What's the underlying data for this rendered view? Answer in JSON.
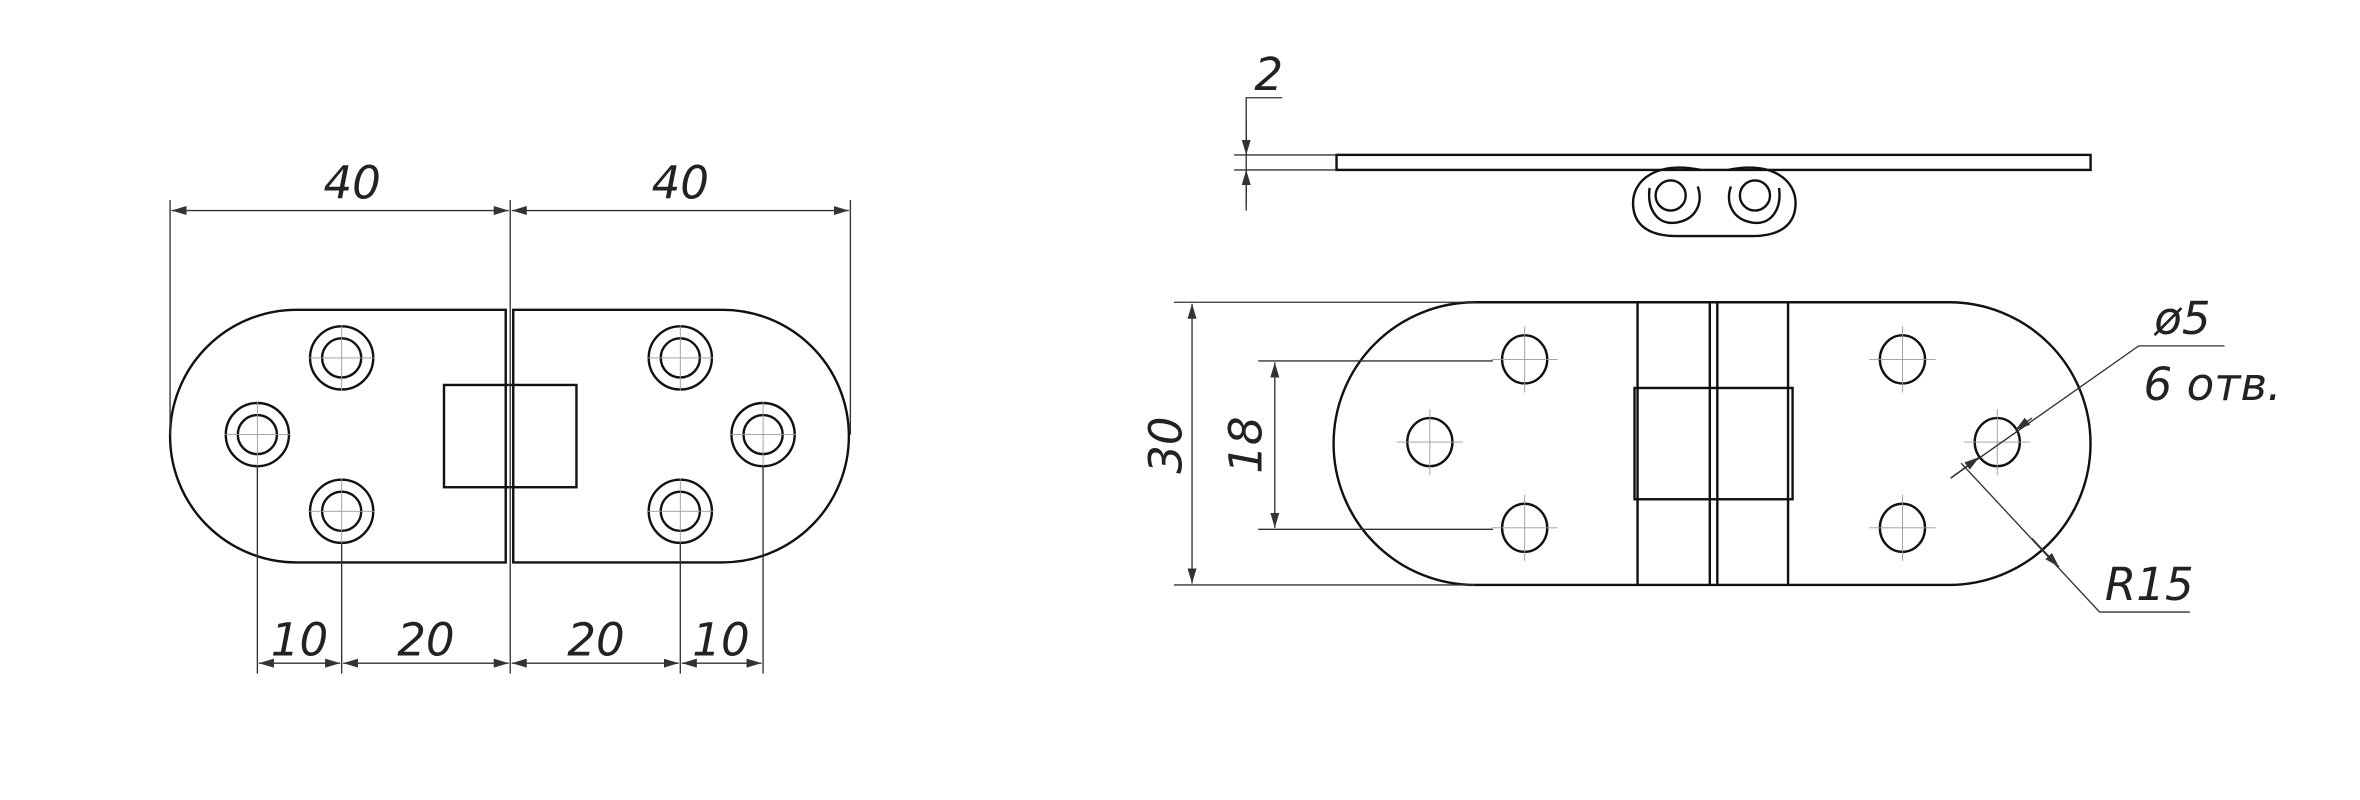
{
  "title": "Hinge technical drawing",
  "colors": {
    "line": "#111111",
    "dimension": "#333333",
    "centerline": "#9a9a9a",
    "background": "#ffffff"
  },
  "top_view": {
    "dim_left_width": "40",
    "dim_right_width": "40",
    "dim_bottom": [
      "10",
      "20",
      "20",
      "10"
    ]
  },
  "side_view": {
    "dim_thickness": "2"
  },
  "front_view": {
    "dim_height": "30",
    "dim_hole_spacing": "18",
    "hole_diameter": "ø5",
    "hole_count": "6 отв.",
    "radius": "R15"
  }
}
